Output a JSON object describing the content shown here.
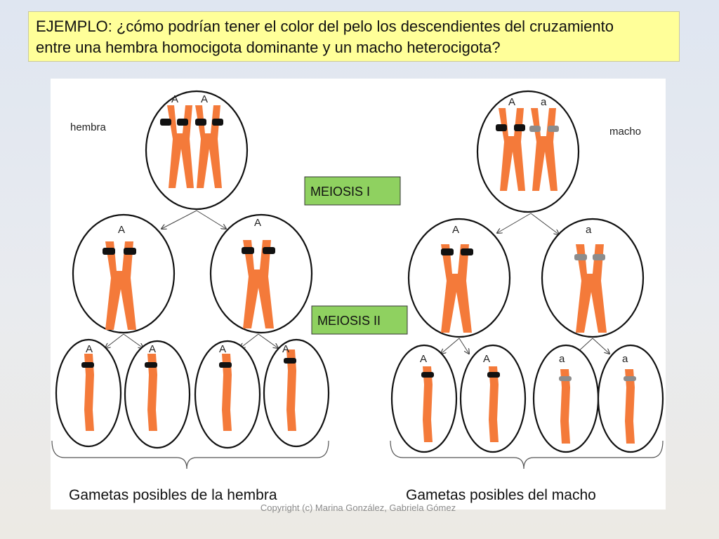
{
  "title": {
    "line1": "EJEMPLO: ¿cómo podrían tener el color del pelo los descendientes del cruzamiento",
    "line2": "entre una hembra homocigota dominante y un macho heterocigota?"
  },
  "labels": {
    "female": "hembra",
    "male": "macho",
    "meiosis1": "MEIOSIS I",
    "meiosis2": "MEIOSIS II",
    "female_gametes": "Gametas posibles de la hembra",
    "male_gametes": "Gametas posibles del macho"
  },
  "alleles": {
    "female_parent": [
      "A",
      "A"
    ],
    "female_meiosis1": [
      "A",
      "A"
    ],
    "female_gametes": [
      "A",
      "A",
      "A",
      "A"
    ],
    "male_parent": [
      "A",
      "a"
    ],
    "male_meiosis1": [
      "A",
      "a"
    ],
    "male_gametes": [
      "A",
      "A",
      "a",
      "a"
    ]
  },
  "colors": {
    "chromosome": "#f47a3a",
    "dominant_band": "#111111",
    "recessive_band": "#8c8c8c",
    "meiosis_box": "#8fd160",
    "title_bg": "#ffff99"
  },
  "copyright": "Copyright (c) Marina González, Gabriela Gómez"
}
